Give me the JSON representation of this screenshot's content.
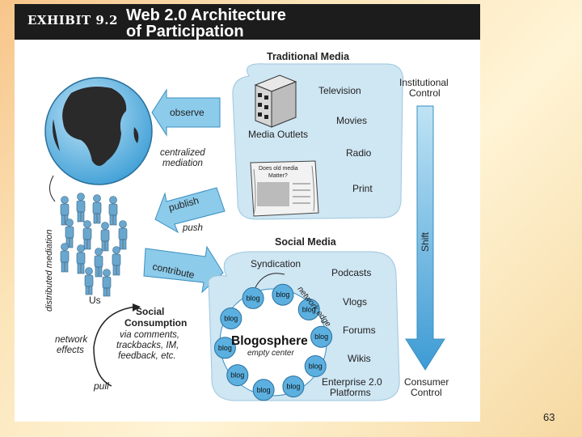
{
  "header": {
    "exhibit_label": "EXHIBIT 9.2",
    "title_line1": "Web 2.0 Architecture",
    "title_line2": "of Participation"
  },
  "traditional_media": {
    "title": "Traditional Media",
    "outlets_label": "Media Outlets",
    "television": "Television",
    "movies": "Movies",
    "radio": "Radio",
    "print": "Print",
    "newspaper_headline_line1": "Does old media",
    "newspaper_headline_line2": "Matter?"
  },
  "control_axis": {
    "top_line1": "Institutional",
    "top_line2": "Control",
    "shift": "Shift",
    "bottom_line1": "Consumer",
    "bottom_line2": "Control"
  },
  "left_side": {
    "observe": "observe",
    "centralized_line1": "centralized",
    "centralized_line2": "mediation",
    "publish": "publish",
    "push": "push",
    "contribute": "contribute",
    "distributed": "distributed mediation",
    "us": "Us",
    "network_effects_line1": "network",
    "network_effects_line2": "effects",
    "pull": "pull"
  },
  "social_consumption": {
    "title_line1": "Social",
    "title_line2": "Consumption",
    "line3": "via comments,",
    "line4": "trackbacks, IM,",
    "line5": "feedback, etc."
  },
  "social_media": {
    "title": "Social Media",
    "syndication": "Syndication",
    "podcasts": "Podcasts",
    "vlogs": "Vlogs",
    "forums": "Forums",
    "wikis": "Wikis",
    "enterprise_line1": "Enterprise 2.0",
    "enterprise_line2": "Platforms",
    "blogosphere": "Blogosphere",
    "empty_center": "empty center",
    "network_edge": "network edge",
    "blog_label": "blog"
  },
  "page_number": "63",
  "colors": {
    "header_bg": "#1c1c1c",
    "cloud_fill": "#cfe6f3",
    "arrow_fill": "#8ccbea",
    "arrow_stroke": "#3a8fc0",
    "ocean": "#5bb8e8",
    "land": "#2a2a2a"
  }
}
